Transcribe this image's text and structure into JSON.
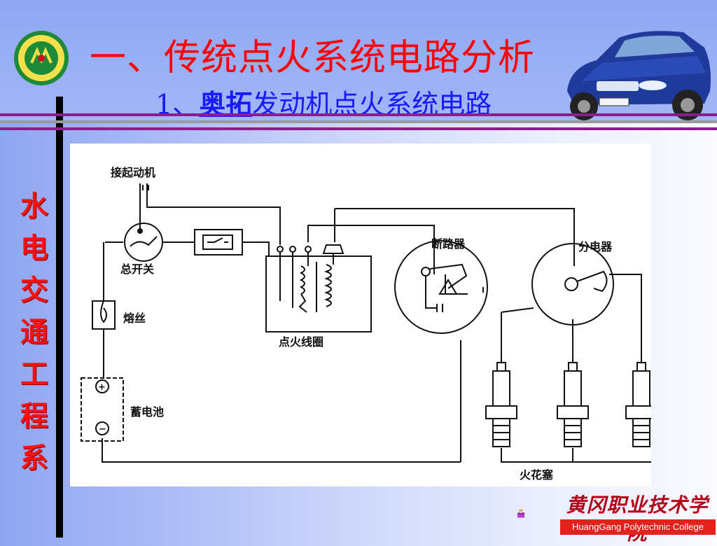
{
  "slide": {
    "title": "一、传统点火系统电路分析",
    "subtitle_prefix": "1、",
    "subtitle_bold": "奥拓",
    "subtitle_rest": "发动机点火系统电路",
    "side_label": [
      "水",
      "电",
      "交",
      "通",
      "工",
      "程",
      "系"
    ]
  },
  "diagram": {
    "labels": {
      "starter": "接起动机",
      "main_switch": "总开关",
      "fuse": "熔丝",
      "battery": "蓄电池",
      "ignition_coil": "点火线圈",
      "breaker": "断路器",
      "distributor": "分电器",
      "spark_plugs": "火花塞"
    },
    "symbols": {
      "battery_plus": "+",
      "battery_minus": "−"
    }
  },
  "college": {
    "name_cn": "黄冈职业技术学院",
    "name_en": "HuangGang Polytechnic College"
  },
  "colors": {
    "title": "#ff0000",
    "subtitle": "#1a1aff",
    "side_text": "#ff1010",
    "rule": "#8a1f8a"
  }
}
